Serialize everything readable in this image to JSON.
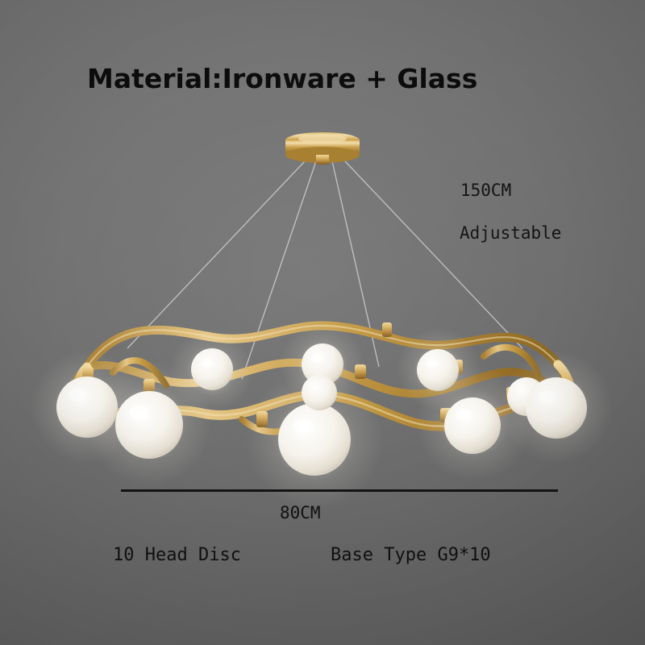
{
  "image": {
    "background_color": "#6f6f6f",
    "subject": "modern gold disc chandelier with 10 white frosted glass globes"
  },
  "title": "Material:Ironware + Glass",
  "annotations": {
    "drop_length": "150CM",
    "adjustable": "Adjustable",
    "width": "80CM",
    "heads": "10 Head Disc",
    "base_type": "Base Type G9*10"
  },
  "colors": {
    "gold_light": "#e8c77a",
    "gold_mid": "#c99b3f",
    "gold_dark": "#8a6420",
    "glass": "#f7f5f0",
    "text": "#111111",
    "rule": "#141414"
  }
}
